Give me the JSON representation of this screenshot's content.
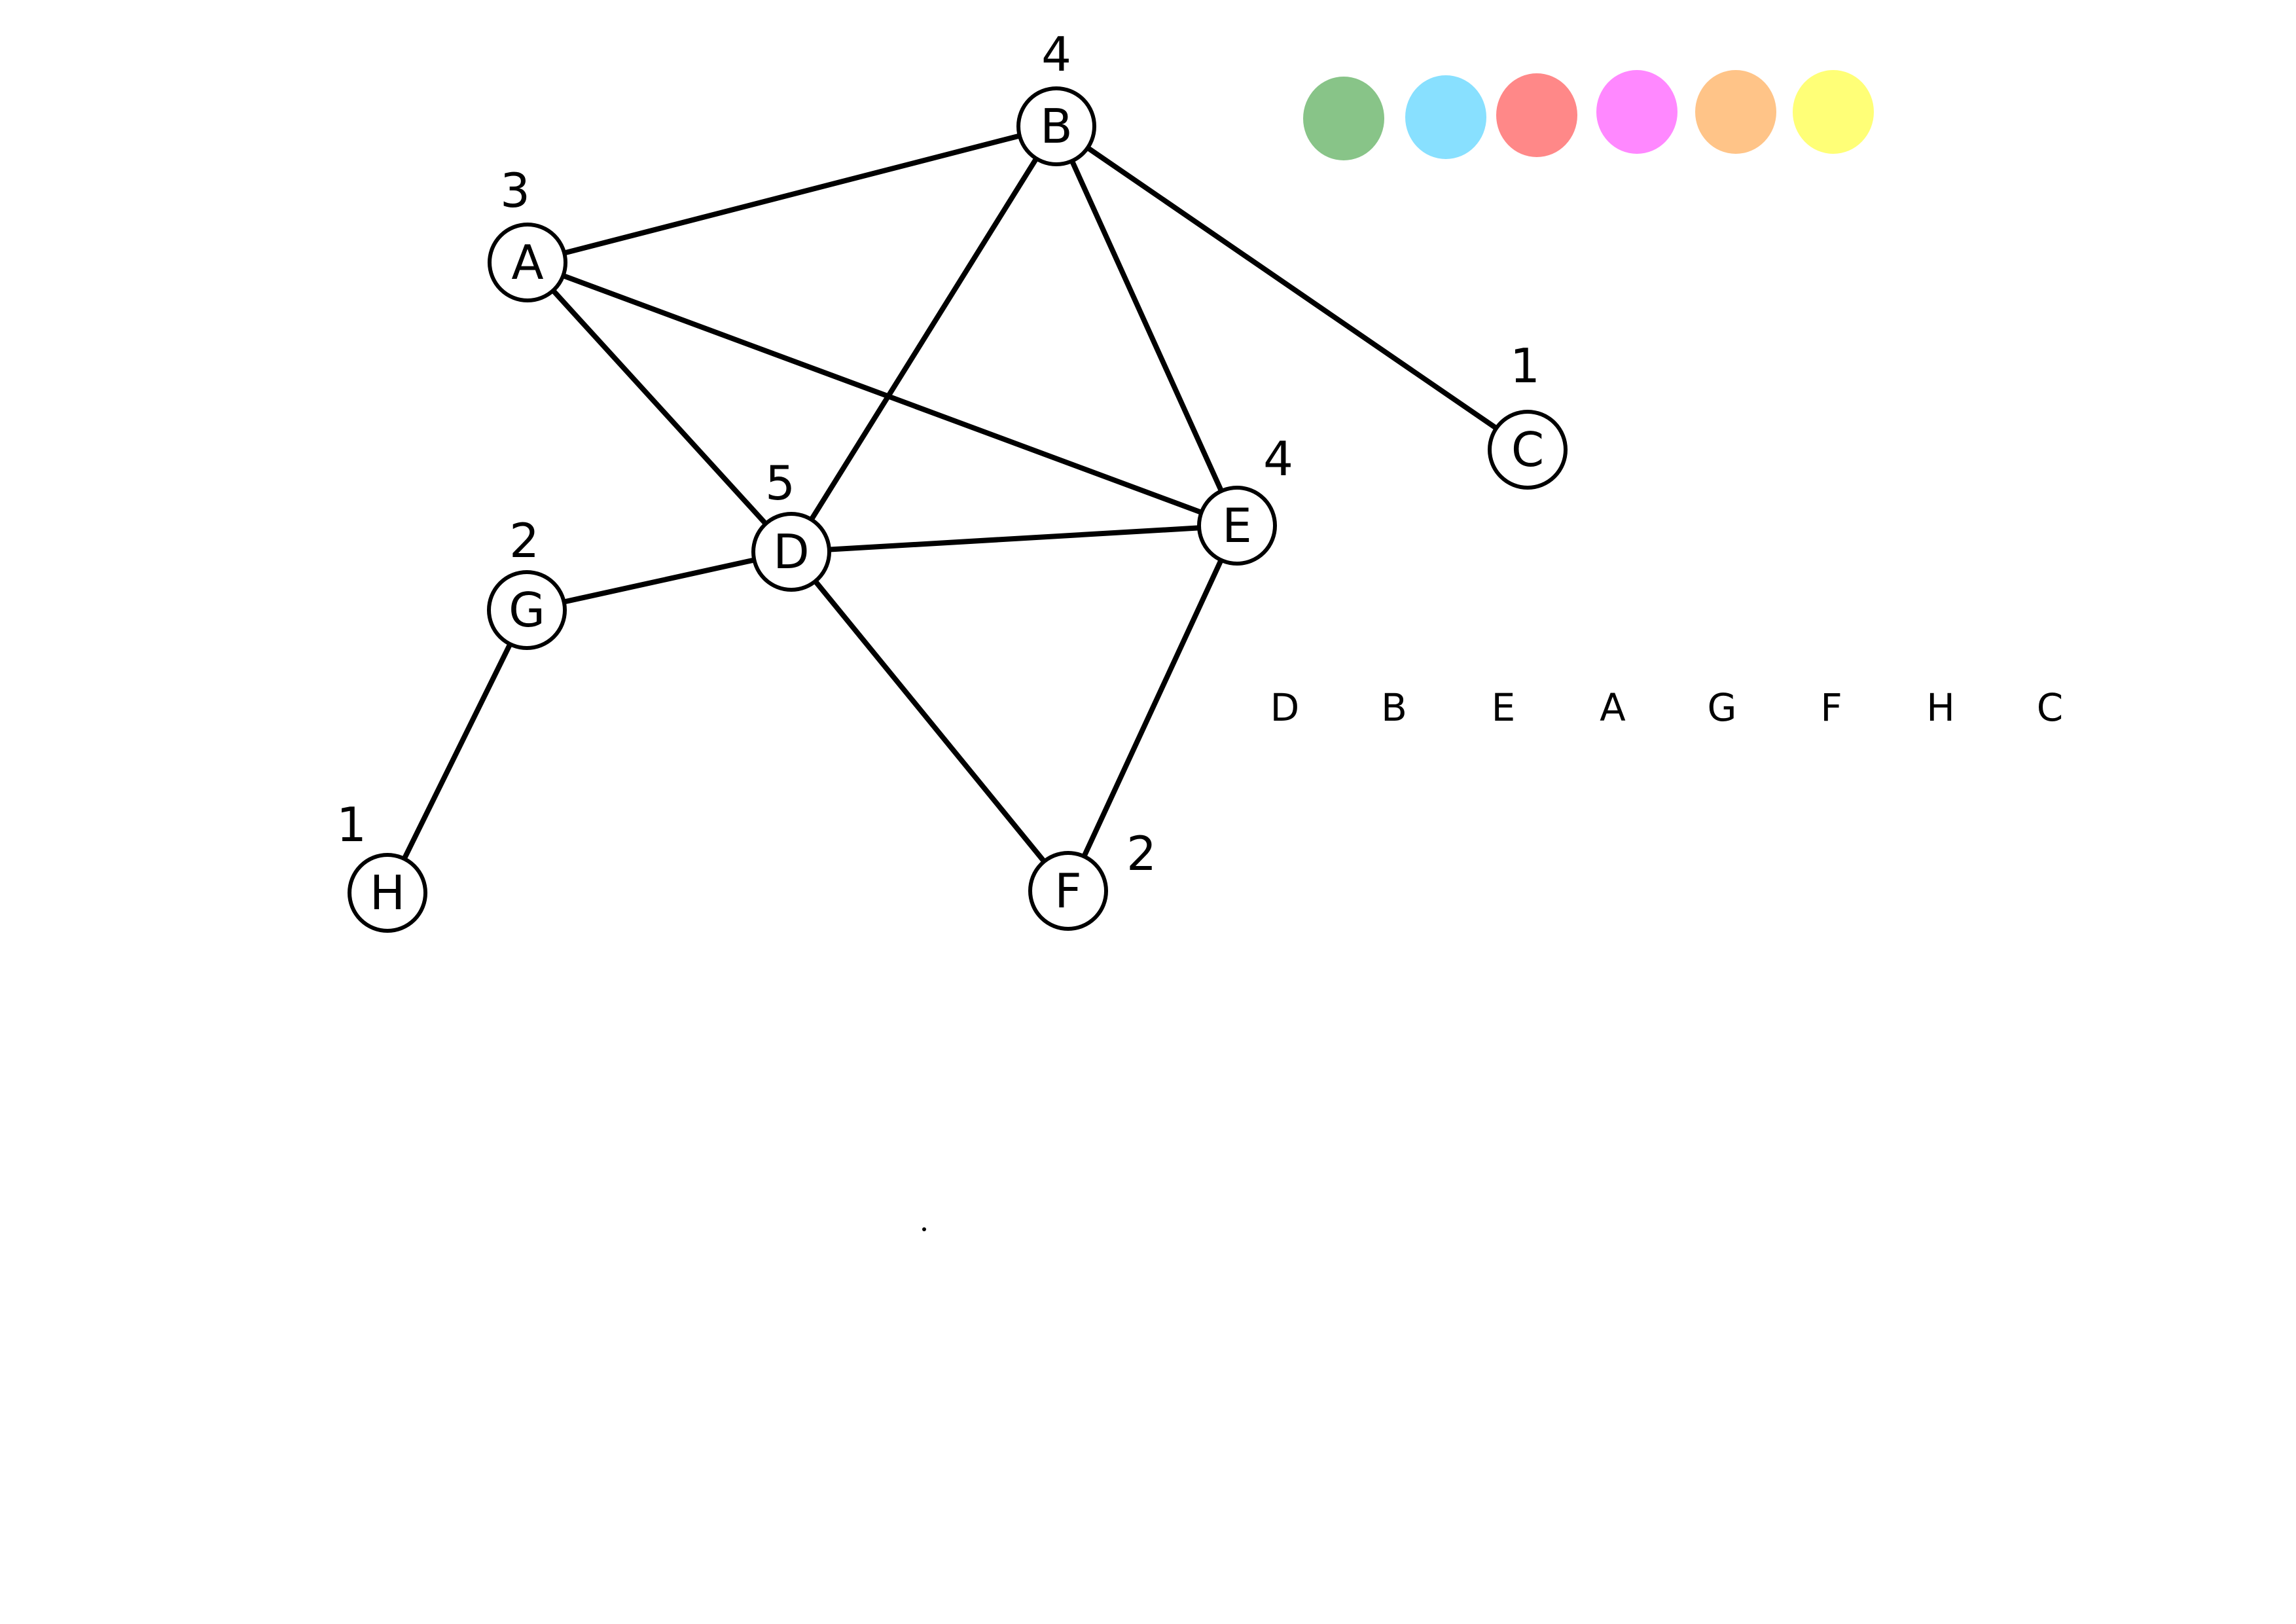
{
  "graph": {
    "nodes": [
      {
        "id": "A",
        "label": "A",
        "degree": "3"
      },
      {
        "id": "B",
        "label": "B",
        "degree": "4"
      },
      {
        "id": "C",
        "label": "C",
        "degree": "1"
      },
      {
        "id": "D",
        "label": "D",
        "degree": "5"
      },
      {
        "id": "E",
        "label": "E",
        "degree": "4"
      },
      {
        "id": "F",
        "label": "F",
        "degree": "2"
      },
      {
        "id": "G",
        "label": "G",
        "degree": "2"
      },
      {
        "id": "H",
        "label": "H",
        "degree": "1"
      }
    ],
    "edges": [
      [
        "A",
        "B"
      ],
      [
        "A",
        "D"
      ],
      [
        "A",
        "E"
      ],
      [
        "B",
        "D"
      ],
      [
        "B",
        "E"
      ],
      [
        "B",
        "C"
      ],
      [
        "D",
        "E"
      ],
      [
        "D",
        "G"
      ],
      [
        "D",
        "F"
      ],
      [
        "E",
        "F"
      ],
      [
        "G",
        "H"
      ]
    ]
  },
  "palette": {
    "colors": [
      "#88c488",
      "#88e0ff",
      "#ff8888",
      "#ff88ff",
      "#ffc488",
      "#ffff77"
    ]
  },
  "ordering": {
    "items": [
      "D",
      "B",
      "E",
      "A",
      "G",
      "F",
      "H",
      "C"
    ]
  }
}
